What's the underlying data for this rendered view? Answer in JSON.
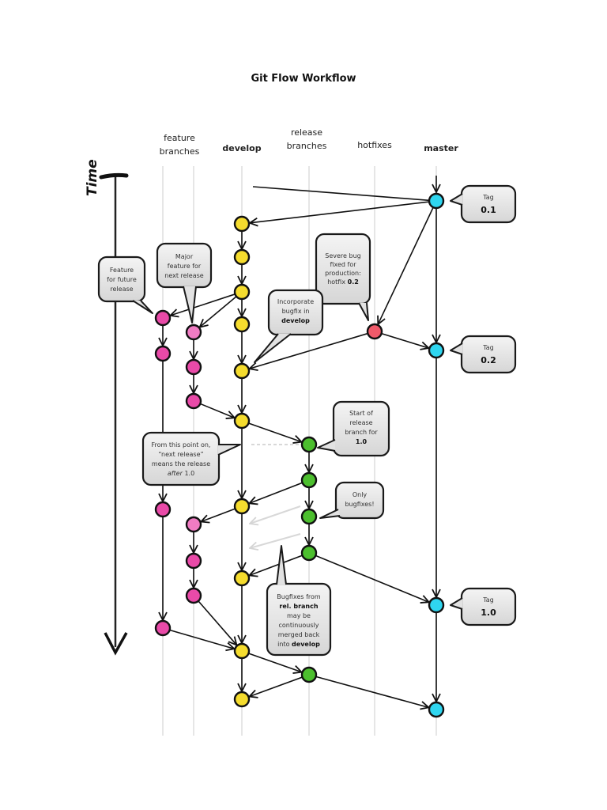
{
  "title": "Git Flow Workflow",
  "columns": [
    {
      "id": "feature",
      "label_lines": [
        "feature",
        "branches"
      ],
      "bold": false
    },
    {
      "id": "develop",
      "label_lines": [
        "develop"
      ],
      "bold": true
    },
    {
      "id": "release",
      "label_lines": [
        "release",
        "branches"
      ],
      "bold": false
    },
    {
      "id": "hotfixes",
      "label_lines": [
        "hotfixes"
      ],
      "bold": false
    },
    {
      "id": "master",
      "label_lines": [
        "master"
      ],
      "bold": true
    }
  ],
  "time_axis": {
    "label": "Time"
  },
  "colors": {
    "develop": "#f5dc2e",
    "feature": "#e94aa8",
    "feature_light": "#f07cc3",
    "release": "#4cbf2e",
    "hotfix": "#f05a6a",
    "master": "#2fd6f0",
    "bubble_fill": "#e8e8e8",
    "lane": "#e6e6e6",
    "ghost_arrow": "#d8d8d8"
  },
  "nodes": [
    {
      "id": "m1",
      "lane": "master",
      "row": 0
    },
    {
      "id": "d1",
      "lane": "develop",
      "row": 1
    },
    {
      "id": "d2",
      "lane": "develop",
      "row": 2
    },
    {
      "id": "d3",
      "lane": "develop",
      "row": 3
    },
    {
      "id": "d4",
      "lane": "develop",
      "row": 4
    },
    {
      "id": "d5",
      "lane": "develop",
      "row": 5
    },
    {
      "id": "f1a",
      "lane": "feature1",
      "row": 4
    },
    {
      "id": "f1b",
      "lane": "feature1",
      "row": 5
    },
    {
      "id": "f2a",
      "lane": "feature2",
      "row": 5
    },
    {
      "id": "f2b",
      "lane": "feature2",
      "row": 6
    },
    {
      "id": "f2c",
      "lane": "feature2",
      "row": 7
    },
    {
      "id": "h1",
      "lane": "hotfixes",
      "row": 5
    },
    {
      "id": "m2",
      "lane": "master",
      "row": 6
    },
    {
      "id": "d6",
      "lane": "develop",
      "row": 7
    },
    {
      "id": "r1",
      "lane": "release",
      "row": 8
    },
    {
      "id": "r2",
      "lane": "release",
      "row": 9
    },
    {
      "id": "d7",
      "lane": "develop",
      "row": 10
    },
    {
      "id": "f1c",
      "lane": "feature1",
      "row": 10
    },
    {
      "id": "f2d",
      "lane": "feature2",
      "row": 10
    },
    {
      "id": "r3",
      "lane": "release",
      "row": 10
    },
    {
      "id": "r4",
      "lane": "release",
      "row": 11
    },
    {
      "id": "f2e",
      "lane": "feature2",
      "row": 11
    },
    {
      "id": "d8",
      "lane": "develop",
      "row": 12
    },
    {
      "id": "f2f",
      "lane": "feature2",
      "row": 12
    },
    {
      "id": "m3",
      "lane": "master",
      "row": 13
    },
    {
      "id": "f1d",
      "lane": "feature1",
      "row": 14
    },
    {
      "id": "d9",
      "lane": "develop",
      "row": 14
    },
    {
      "id": "r5",
      "lane": "release",
      "row": 15
    },
    {
      "id": "d10",
      "lane": "develop",
      "row": 16
    },
    {
      "id": "m4",
      "lane": "master",
      "row": 16
    }
  ],
  "bubbles": {
    "tag01": {
      "small": "Tag",
      "big": "0.1"
    },
    "tag02": {
      "small": "Tag",
      "big": "0.2"
    },
    "tag10": {
      "small": "Tag",
      "big": "1.0"
    },
    "future": {
      "lines": [
        "Feature",
        "for future",
        "release"
      ]
    },
    "major": {
      "lines": [
        "Major",
        "feature for",
        "next release"
      ]
    },
    "severe": {
      "lines": [
        "Severe bug",
        "fixed for",
        "production:"
      ],
      "last_prefix": "hotfix ",
      "last_bold": "0.2"
    },
    "incorporate": {
      "lines": [
        "Incorporate",
        "bugfix in"
      ],
      "last_bold": "develop"
    },
    "start_release": {
      "lines": [
        "Start of",
        "release",
        "branch for"
      ],
      "last_bold": "1.0"
    },
    "from_this_point": {
      "lines": [
        "From this point on,",
        "“next release”",
        "means the release"
      ],
      "last_italic": "after",
      "last_suffix": " 1.0"
    },
    "only_bugfixes": {
      "lines": [
        "Only",
        "bugfixes!"
      ]
    },
    "bugfixes_from": {
      "line1": "Bugfixes from",
      "line2_bold": "rel. branch",
      "line3": "may be",
      "line4": "continuously",
      "line5": "merged back",
      "line6_prefix": "into ",
      "line6_bold": "develop"
    }
  }
}
